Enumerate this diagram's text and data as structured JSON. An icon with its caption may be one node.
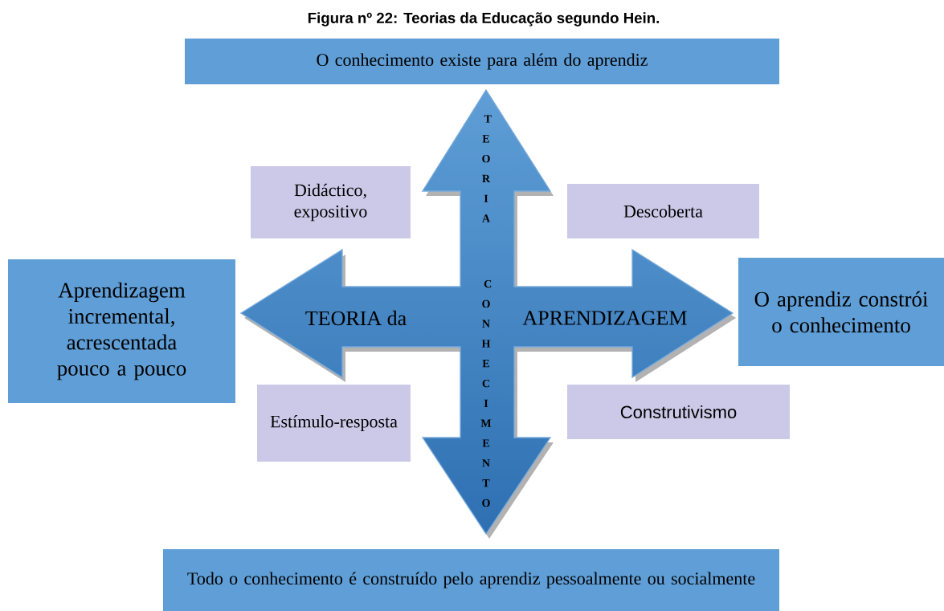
{
  "diagram": {
    "title": "Figura nº 22: Teorias da Educação segundo Hein.",
    "nodes": [
      {
        "text": [
          "O conhecimento existe para além do aprendiz"
        ]
      },
      {
        "text": [
          "Didáctico, expositivo"
        ]
      },
      {
        "text": [
          "Descoberta"
        ]
      },
      {
        "text": [
          "Aprendizagem incremental, acrescentada pouco a pouco"
        ]
      },
      {
        "text": [
          "O aprendiz constrói o conhecimento"
        ]
      },
      {
        "text": [
          "Estímulo-resposta"
        ]
      },
      {
        "text": [
          "Construtivismo"
        ]
      },
      {
        "text": [
          "Todo o conhecimento é construído pelo aprendiz pessoalmente ou socialmente"
        ]
      }
    ],
    "labels": [
      "TEORIA",
      "CONHECIMENTO",
      "TEORIA da",
      "APRENDIZAGEM"
    ]
  }
}
